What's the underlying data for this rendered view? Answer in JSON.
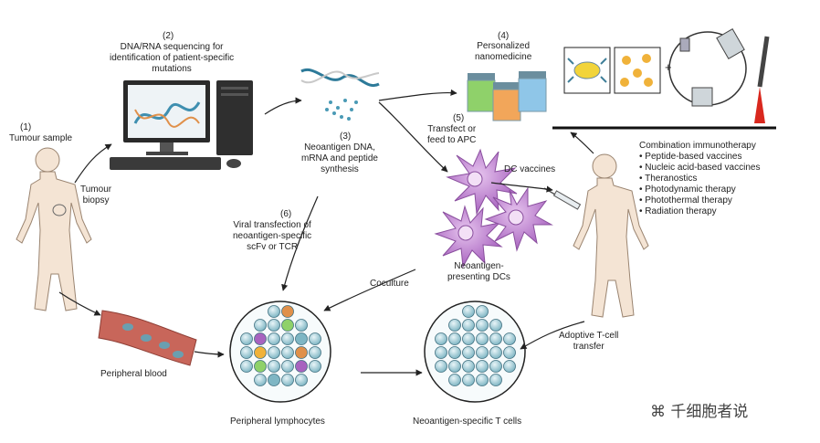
{
  "labels": {
    "tumour_num": "(1)",
    "tumour": "Tumour sample",
    "biopsy": "Tumour\nbiopsy",
    "seq_num": "(2)",
    "seq": "DNA/RNA sequencing for\nidentification of patient-specific\nmutations",
    "synth_num": "(3)",
    "synth": "Neoantigen DNA,\nmRNA and peptide\nsynthesis",
    "nano_num": "(4)",
    "nano": "Personalized\nnanomedicine",
    "transfect_num": "(5)",
    "transfect": "Transfect or\nfeed to APC",
    "viral_num": "(6)",
    "viral": "Viral transfection of\nneoantigen-specific\nscFv or TCR",
    "dc_vaccines": "DC vaccines",
    "neo_dcs": "Neoantigen-\npresenting DCs",
    "coculture": "Coculture",
    "peripheral_blood": "Peripheral blood",
    "peripheral_lymph": "Peripheral lymphocytes",
    "neo_tcells": "Neoantigen-specific T cells",
    "adoptive": "Adoptive T-cell\ntransfer",
    "plus": "+",
    "combo_title": "Combination immunotherapy",
    "combo_items": [
      "• Peptide-based vaccines",
      "• Nucleic acid-based vaccines",
      "• Theranostics",
      "• Photodynamic therapy",
      "• Photothermal therapy",
      "• Radiation therapy"
    ],
    "watermark": "千细胞者说"
  },
  "colors": {
    "dc_purple": "#b57bc9",
    "tcell_teal": "#7fb6c4",
    "vial_green": "#8fd16a",
    "vial_orange": "#f2a65a",
    "vial_blue": "#8fc6e8",
    "vessel": "#c8665a",
    "laser_red": "#d9281e"
  }
}
